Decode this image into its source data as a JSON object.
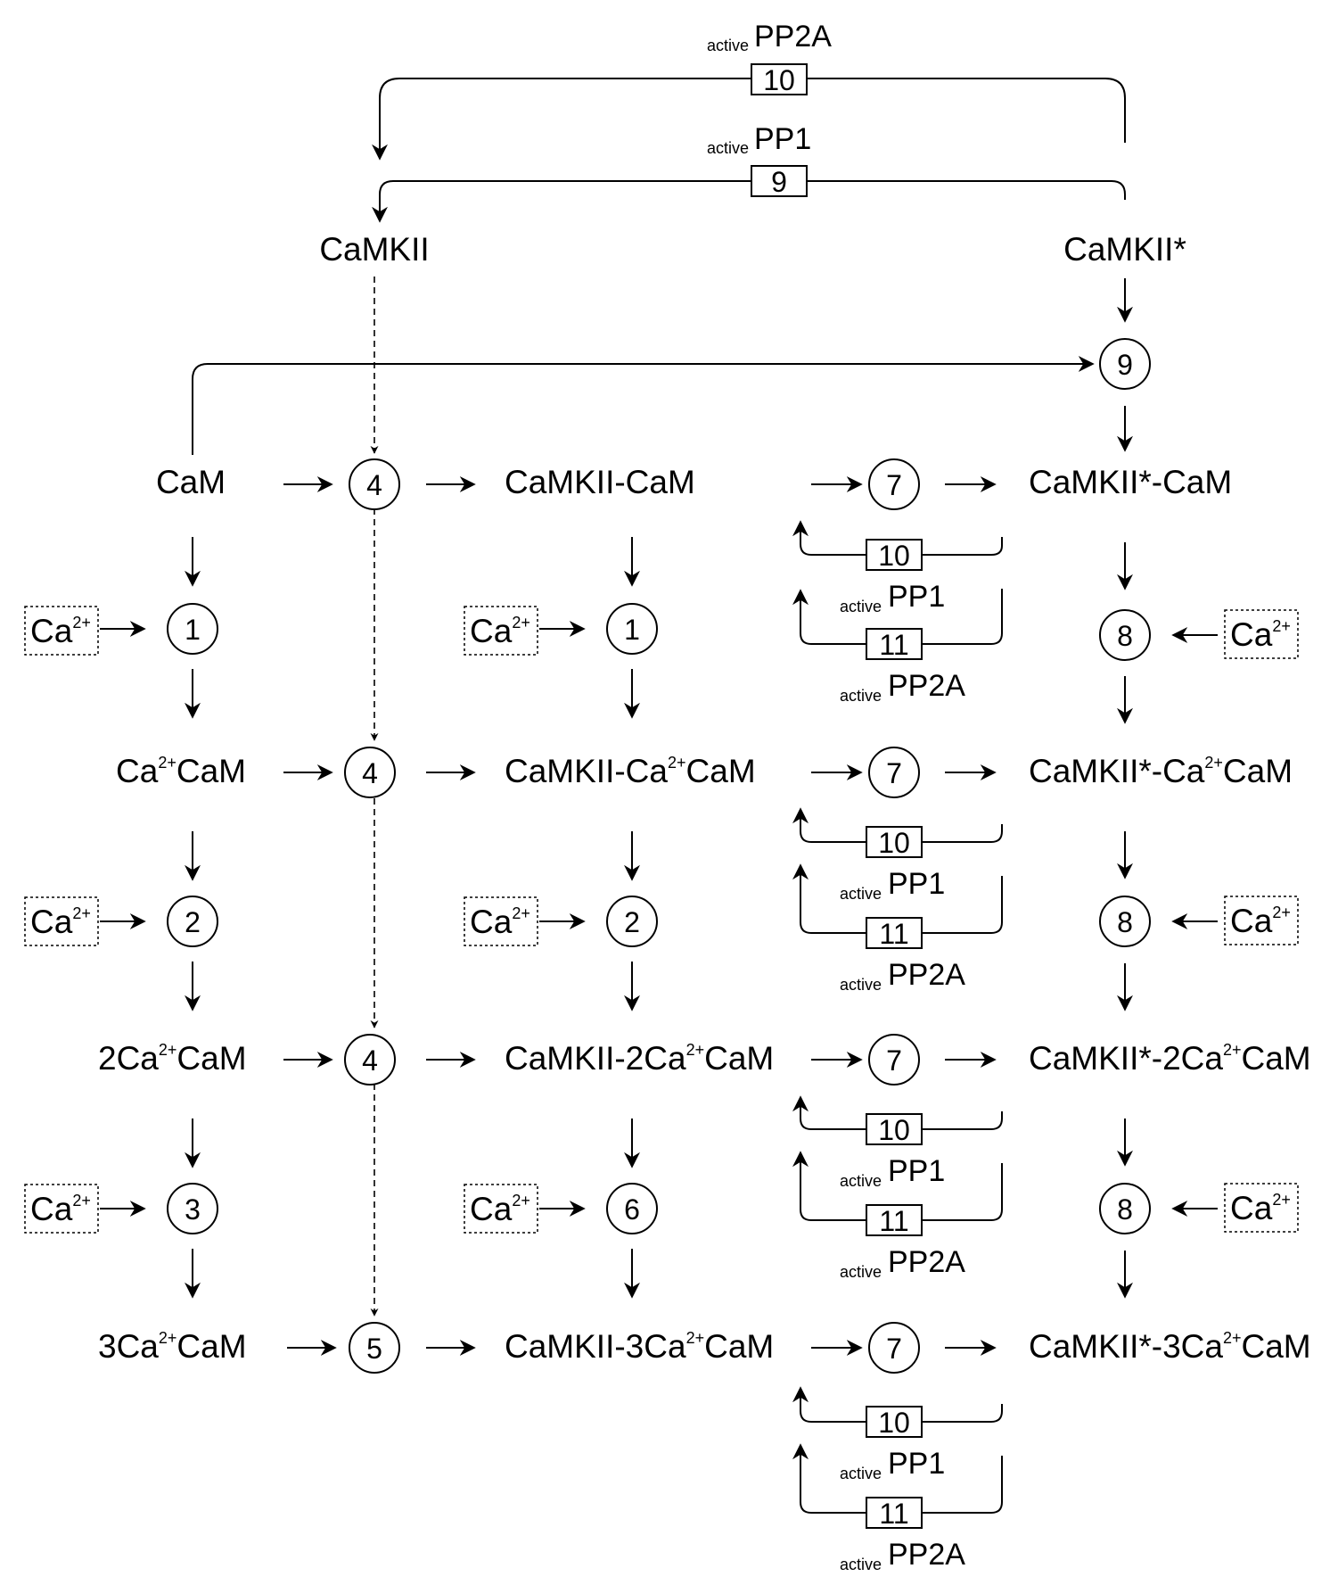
{
  "colors": {
    "stroke": "#000000",
    "background": "#ffffff"
  },
  "species": {
    "camkii": "CaMKII",
    "camkii_p": "CaMKII*",
    "cam": "CaM",
    "ca_cam_pre": "Ca",
    "ca_cam_post": "CaM",
    "two_ca_cam_pre": "2Ca",
    "three_ca_cam_pre": "3Ca",
    "sup": "2+",
    "camkii_cam": "CaMKII-CaM",
    "camkii_ca_pre": "CaMKII-Ca",
    "camkii_2ca_pre": "CaMKII-2Ca",
    "camkii_3ca_pre": "CaMKII-3Ca",
    "camkiip_cam": "CaMKII*-CaM",
    "camkiip_ca_pre": "CaMKII*-Ca",
    "camkiip_2ca_pre": "CaMKII*-2Ca",
    "camkiip_3ca_pre": "CaMKII*-3Ca",
    "calcium": "Ca"
  },
  "enzymes": {
    "active": "active",
    "pp1": "PP1",
    "pp2a": "PP2A"
  },
  "reactions": {
    "r1": "1",
    "r2": "2",
    "r3": "3",
    "r4": "4",
    "r5": "5",
    "r6": "6",
    "r7": "7",
    "r8": "8",
    "r9": "9",
    "r10": "10",
    "r11": "11"
  }
}
